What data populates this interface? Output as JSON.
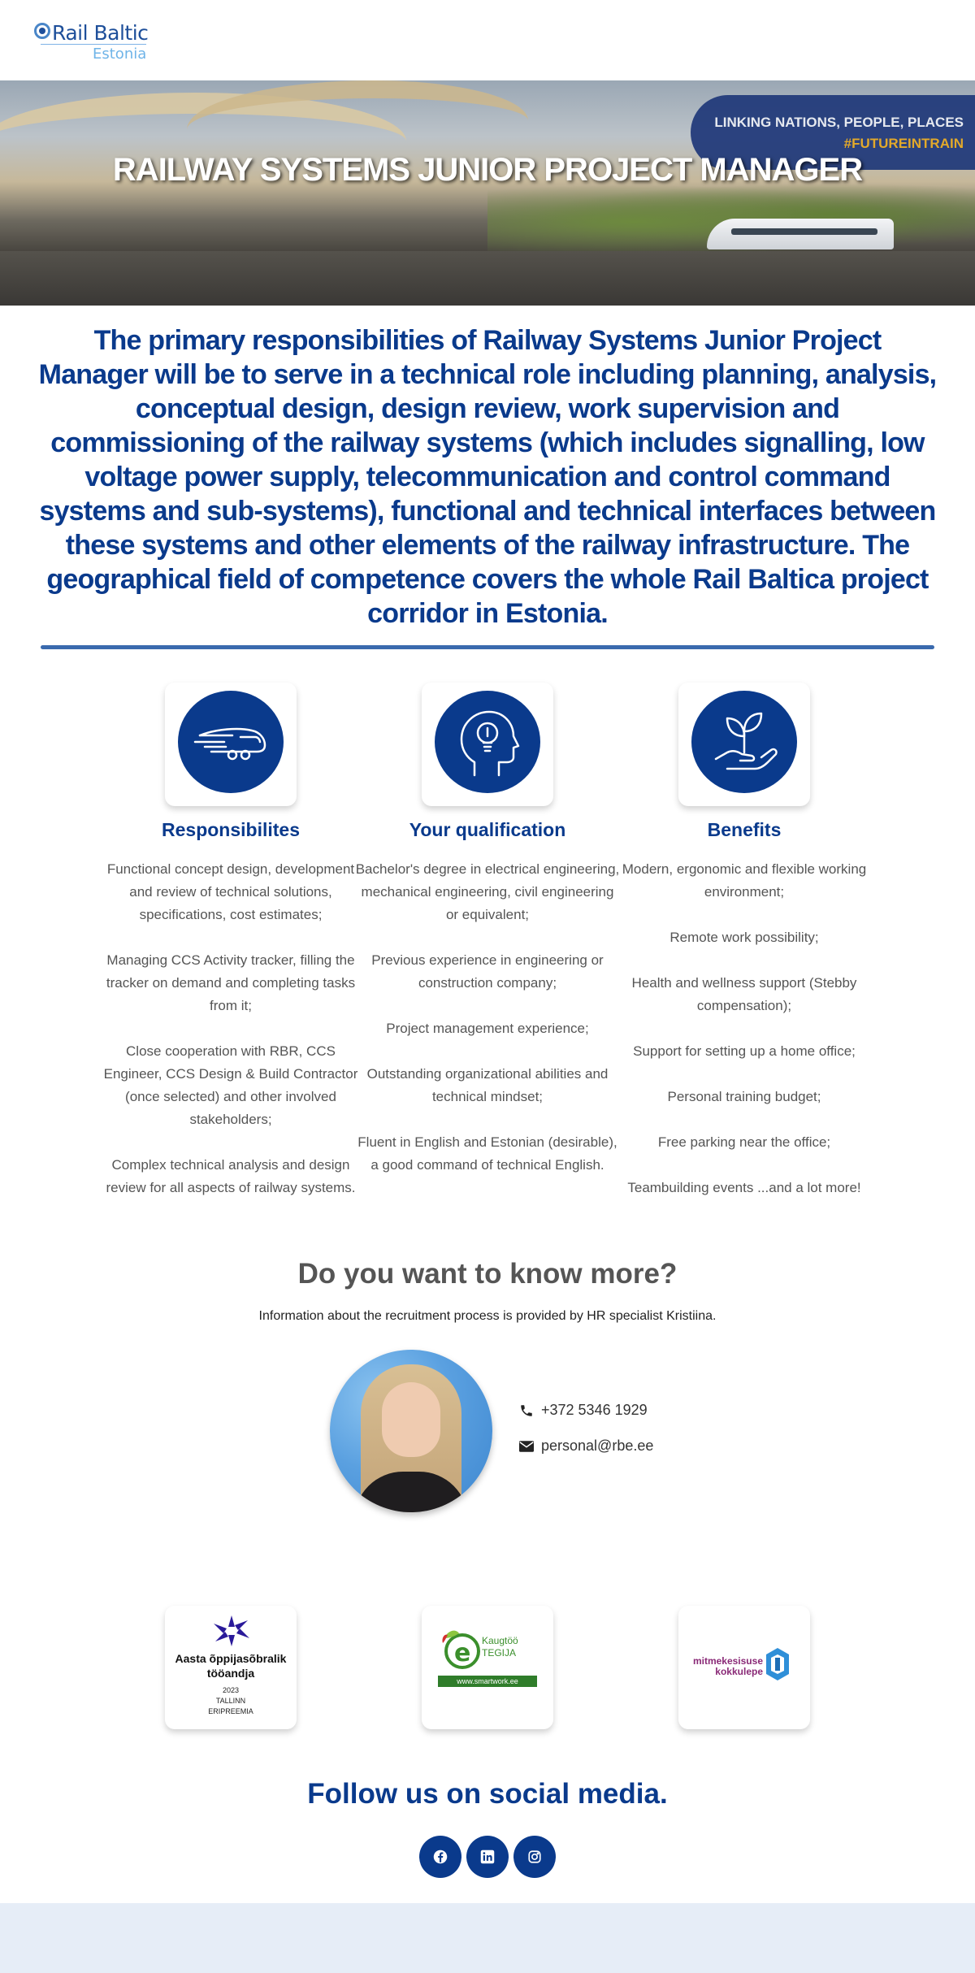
{
  "header": {
    "logo_main": "Rail Baltic",
    "logo_sub": "Estonia"
  },
  "hero": {
    "title": "RAILWAY SYSTEMS JUNIOR PROJECT MANAGER",
    "badge_line1": "LINKING NATIONS, PEOPLE, PLACES",
    "badge_line2": "#FUTUREINTRAIN"
  },
  "intro": {
    "text": "The primary responsibilities of Railway Systems Junior Project Manager will be to serve in a technical role including planning, analysis, conceptual design, design review, work supervision and commissioning of the railway systems (which includes signalling, low voltage power supply, telecommunication and control command systems and sub-systems), functional and technical interfaces between these systems and other elements of the railway infrastructure. The geographical field of competence covers the whole Rail Baltica project corridor in Estonia."
  },
  "columns": [
    {
      "icon": "train-icon",
      "title": "Responsibilites",
      "items": [
        "Functional concept design, development and review of technical solutions, specifications, cost estimates;",
        "Managing CCS Activity tracker, filling the tracker on demand and completing tasks from it;",
        "Close cooperation with RBR, CCS Engineer, CCS Design & Build Contractor (once selected) and other involved stakeholders;",
        "Complex technical analysis and design review for all aspects of railway systems."
      ]
    },
    {
      "icon": "head-lightbulb-icon",
      "title": "Your qualification",
      "items": [
        "Bachelor's degree in electrical engineering, mechanical engineering, civil engineering or equivalent;",
        "Previous experience in engineering or construction company;",
        "Project management experience;",
        "Outstanding organizational abilities and technical mindset;",
        "Fluent in English and Estonian (desirable), a good command of technical English."
      ]
    },
    {
      "icon": "hand-plant-icon",
      "title": "Benefits",
      "items": [
        "Modern, ergonomic and flexible working environment;",
        "Remote work possibility;",
        "Health and wellness support (Stebby compensation);",
        "Support for setting up a home office;",
        "Personal training budget;",
        "Free parking near the office;",
        "Teambuilding events ...and a lot more!"
      ]
    }
  ],
  "contact": {
    "title": "Do you want to know more?",
    "subtitle": "Information about the recruitment process is provided by HR specialist Kristiina.",
    "phone": "+372 5346 1929",
    "email": "personal@rbe.ee"
  },
  "awards": [
    {
      "title": "Aasta õppijasõbralik tööandja",
      "year": "2023",
      "city": "TALLINN",
      "note": "ERIPREEMIA"
    },
    {
      "brand_line1": "Kaugtöö",
      "brand_line2": "TEGIJA",
      "url": "www.smartwork.ee"
    },
    {
      "line1": "mitmekesisuse",
      "line2": "kokkulepe"
    }
  ],
  "social": {
    "title": "Follow us on social media.",
    "links": [
      "facebook-icon",
      "linkedin-icon",
      "instagram-icon"
    ]
  },
  "colors": {
    "brand_blue": "#0a3a8c",
    "accent_gold": "#e3a92a",
    "divider": "#3a6aae",
    "footer_band": "#e6edf7"
  }
}
